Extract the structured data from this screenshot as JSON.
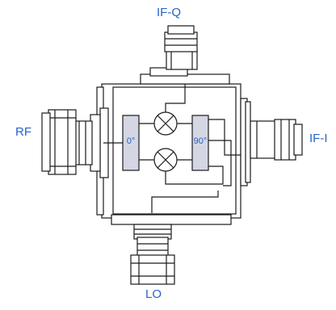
{
  "ports": {
    "ifq": "IF-Q",
    "rf": "RF",
    "ifi": "IF-I",
    "lo": "LO"
  },
  "hybrids": {
    "left": "0°",
    "right": "90°"
  },
  "colors": {
    "label": "#2a62c9",
    "stroke": "#1a1a1a",
    "hybrid_fill": "#d4d7e3"
  },
  "icons": {
    "mixer": "circle-x-icon"
  }
}
